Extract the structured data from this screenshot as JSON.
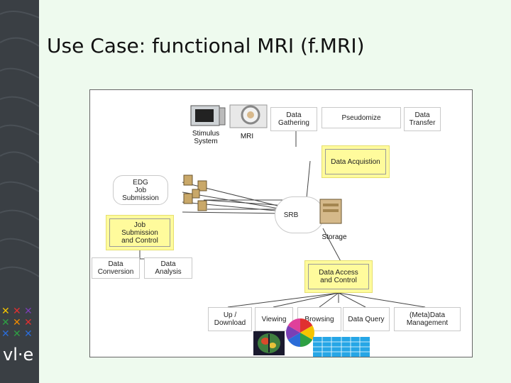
{
  "slide": {
    "title": "Use Case: functional MRI (f.MRI)"
  },
  "logo": {
    "text": "vl·e"
  },
  "diagram": {
    "top_boxes": {
      "gathering": "Data\nGathering",
      "pseudo": "Pseudomize",
      "transfer": "Data\nTransfer"
    },
    "stimulus_label": "Stimulus\nSystem",
    "mri_label": "MRI",
    "acquisition": "Data Acquistion",
    "edg": "EDG\nJob\nSubmission",
    "job_control": "Job\nSubmission\nand Control",
    "srb": "SRB",
    "storage": "Storage",
    "conversion": "Data\nConversion",
    "analysis": "Data\nAnalysis",
    "access": "Data Access\nand Control",
    "bottom": {
      "upload": "Up /\nDownload",
      "viewing": "Viewing",
      "browsing": "Browsing",
      "query": "Data Query",
      "meta": "(Meta)Data\nManagement"
    }
  }
}
